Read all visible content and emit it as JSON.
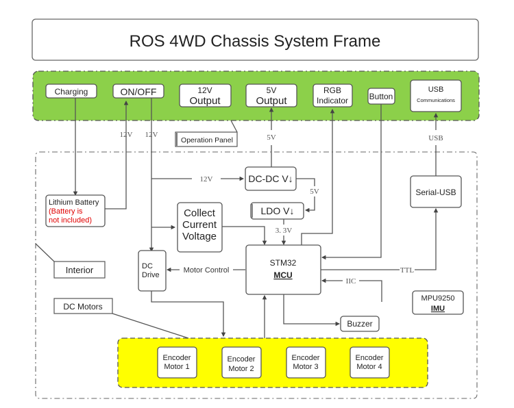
{
  "title": "ROS 4WD Chassis System Frame",
  "colors": {
    "operation_panel_bg": "#8cd04a",
    "motor_group_bg": "#ffff00",
    "warning_text": "#e00000"
  },
  "operation_panel": {
    "label": "Operation Panel",
    "items": {
      "charging": "Charging",
      "onoff": "ON/OFF",
      "out12_line1": "12V",
      "out12_line2": "Output",
      "out5_line1": "5V",
      "out5_line2": "Output",
      "rgb_line1": "RGB",
      "rgb_line2": "Indicator",
      "button": "Button",
      "usb_line1": "USB",
      "usb_line2": "Communications"
    }
  },
  "interior": {
    "label": "Interior",
    "battery_line1": "Lithium Battery",
    "battery_note1": "(Battery is",
    "battery_note2": "not included)",
    "dcdc": "DC-DC V↓",
    "ldo": "LDO V↓",
    "collect_line1": "Collect",
    "collect_line2": "Current",
    "collect_line3": "Voltage",
    "dc_drive_line1": "DC",
    "dc_drive_line2": "Drive",
    "mcu_line1": "STM32",
    "mcu_line2": "MCU",
    "serial_usb": "Serial-USB",
    "imu_line1": "MPU9250",
    "imu_line2": "IMU",
    "buzzer": "Buzzer",
    "dc_motors": "DC Motors"
  },
  "wire_labels": {
    "v12_onoff_in": "12V",
    "v12_onoff_out": "12V",
    "v12_dcdc": "12V",
    "v5_output": "5V",
    "v5_ldo": "5V",
    "v33": "3. 3V",
    "usb": "USB",
    "ttl": "TTL",
    "iic": "IIC",
    "motor_control": "Motor Control"
  },
  "motors": [
    {
      "line1": "Encoder",
      "line2": "Motor 1"
    },
    {
      "line1": "Encoder",
      "line2": "Motor 2"
    },
    {
      "line1": "Encoder",
      "line2": "Motor 3"
    },
    {
      "line1": "Encoder",
      "line2": "Motor 4"
    }
  ]
}
